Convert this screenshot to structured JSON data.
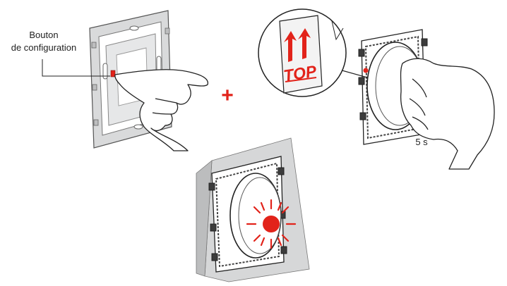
{
  "labels": {
    "config_button_line1": "Bouton",
    "config_button_line2": "de configuration",
    "plus_sign": "+",
    "top_marking": "TOP",
    "duration": "5 s"
  },
  "colors": {
    "accent_red": "#e2231a",
    "frame_gray": "#c9cacb",
    "frame_dark": "#3c3c3c",
    "wall_gray": "#d6d7d8",
    "outline": "#222222"
  },
  "icons": {
    "press_button": "hand-pointing-icon",
    "hold_plate": "hand-pressing-icon",
    "led": "red-led-glow-icon",
    "orientation": "up-arrows-icon"
  }
}
